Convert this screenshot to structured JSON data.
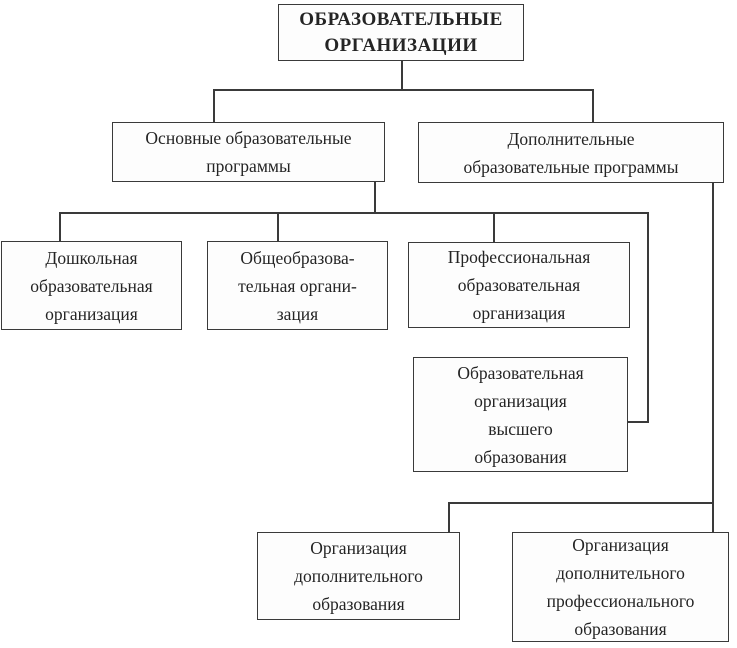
{
  "style": {
    "line_color": "#3a3a3a",
    "text_color": "#242424",
    "background": "#ffffff"
  },
  "nodes": {
    "root": {
      "lines": [
        "ОБРАЗОВАТЕЛЬНЫЕ",
        "ОРГАНИЗАЦИИ"
      ]
    },
    "main_programs": {
      "lines": [
        "Основные образовательные",
        "программы"
      ]
    },
    "additional_programs": {
      "lines": [
        "Дополнительные",
        "образовательные программы"
      ]
    },
    "preschool": {
      "lines": [
        "Дошкольная",
        "образовательная",
        "организация"
      ]
    },
    "general_education": {
      "lines": [
        "Общеобразова-",
        "тельная органи-",
        "зация"
      ]
    },
    "professional": {
      "lines": [
        "Профессиональная",
        "образовательная",
        "организация"
      ]
    },
    "higher_education": {
      "lines": [
        "Образовательная",
        "организация",
        "высшего",
        "образования"
      ]
    },
    "additional_education": {
      "lines": [
        "Организация",
        "дополнительного",
        "образования"
      ]
    },
    "additional_professional_education": {
      "lines": [
        "Организация",
        "дополнительного",
        "профессионального",
        "образования"
      ]
    }
  }
}
